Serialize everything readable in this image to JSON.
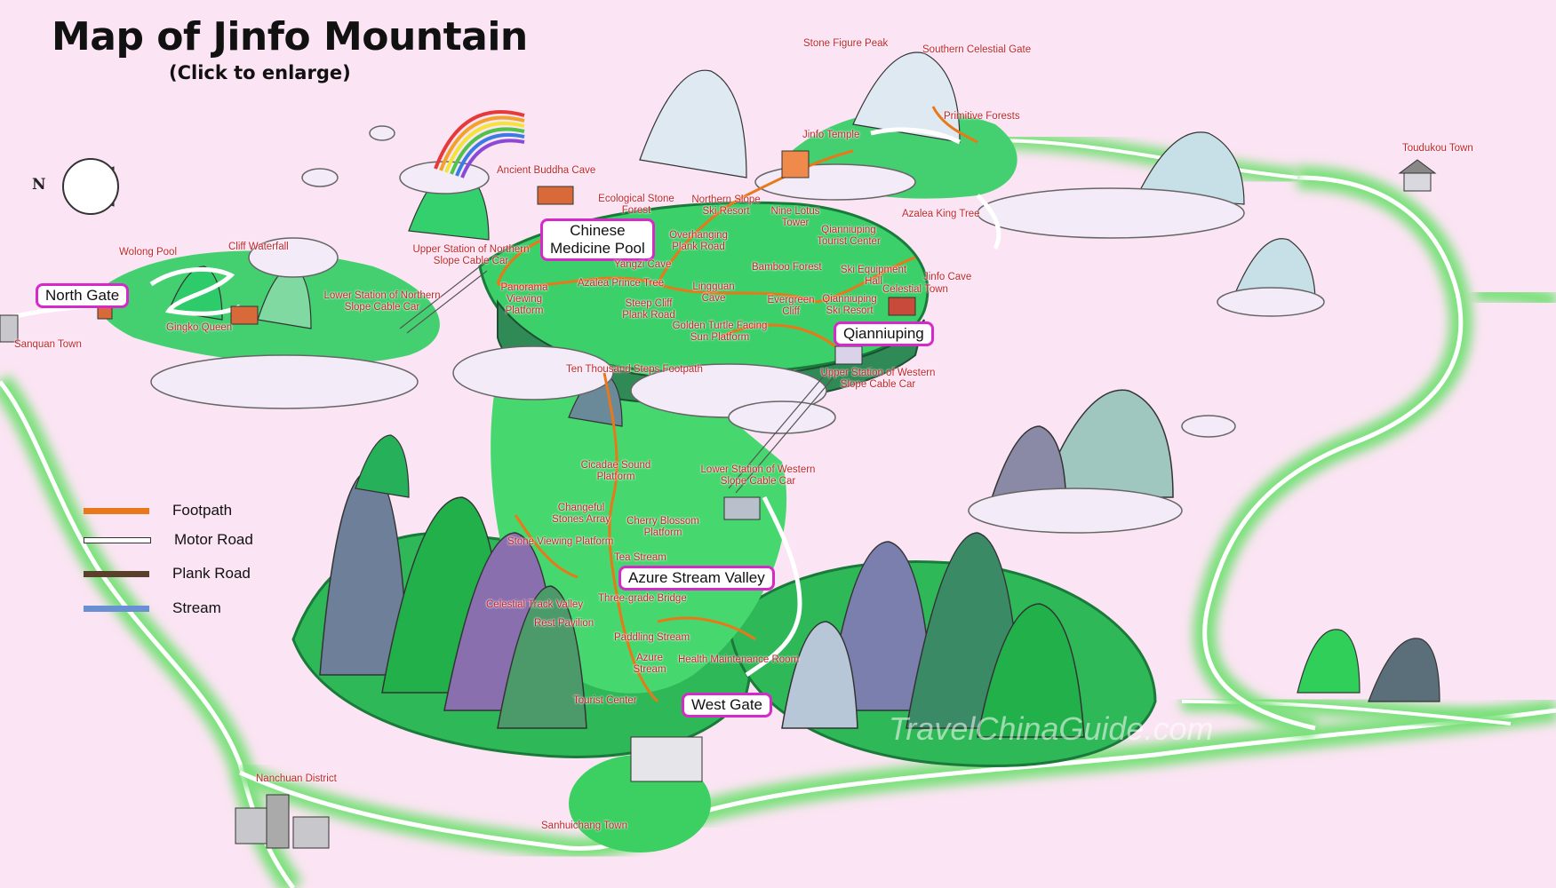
{
  "title": "Map of Jinfo Mountain",
  "subtitle": "(Click to enlarge)",
  "compass_letter": "N",
  "watermark": "TravelChinaGuide.com",
  "colors": {
    "background": "#fbe4f3",
    "footpath": "#e8781a",
    "motor_road": "#ffffff",
    "plank_road": "#5a3f2a",
    "stream": "#6a90d4",
    "label_text": "#c4232b",
    "highlight_border": "#d629c9",
    "terrain_green": "#2fc96a",
    "road_glow": "#7be17b"
  },
  "legend": [
    {
      "label": "Footpath",
      "key": "footpath"
    },
    {
      "label": "Motor Road",
      "key": "motor_road"
    },
    {
      "label": "Plank Road",
      "key": "plank_road"
    },
    {
      "label": "Stream",
      "key": "stream"
    }
  ],
  "highlights": {
    "north_gate": "North Gate",
    "chinese_medicine_pool_1": "Chinese",
    "chinese_medicine_pool_2": "Medicine Pool",
    "qianniuping": "Qianniuping",
    "azure_stream_valley": "Azure Stream Valley",
    "west_gate": "West Gate"
  },
  "places": {
    "stone_figure_peak": "Stone Figure Peak",
    "southern_celestial_gate": "Southern Celestial Gate",
    "primitive_forests": "Primitive Forests",
    "jinfo_temple": "Jinfo Temple",
    "toudukou_town": "Toudukou Town",
    "ancient_buddha_cave": "Ancient Buddha Cave",
    "ecological_stone_forest_1": "Ecological Stone",
    "ecological_stone_forest_2": "Forest",
    "northern_slope_ski_resort_1": "Northern Slope",
    "northern_slope_ski_resort_2": "Ski Resort",
    "nine_lotus_tower_1": "Nine Lotus",
    "nine_lotus_tower_2": "Tower",
    "azalea_king_tree": "Azalea King Tree",
    "qianniuping_tourist_center_1": "Qianniuping",
    "qianniuping_tourist_center_2": "Tourist Center",
    "overhanging_plank_road_1": "Overhanging",
    "overhanging_plank_road_2": "Plank Road",
    "wolong_pool": "Wolong Pool",
    "cliff_waterfall": "Cliff Waterfall",
    "upper_station_northern_1": "Upper Station of Northern",
    "upper_station_northern_2": "Slope Cable Car",
    "yangzi_cave": "Yangzi Cave",
    "bamboo_forest": "Bamboo Forest",
    "ski_equipment_hall_1": "Ski Equipment",
    "ski_equipment_hall_2": "Hall",
    "jinfo_cave": "Jinfo Cave",
    "celestial_town": "Celestial Town",
    "azalea_prince_tree": "Azalea Prince Tree",
    "lingguan_cave_1": "Lingguan",
    "lingguan_cave_2": "Cave",
    "evergreen_cliff_1": "Evergreen",
    "evergreen_cliff_2": "Cliff",
    "qianniuping_ski_resort_1": "Qianniuping",
    "qianniuping_ski_resort_2": "Ski Resort",
    "panorama_viewing_platform_1": "Panorama",
    "panorama_viewing_platform_2": "Viewing",
    "panorama_viewing_platform_3": "Platform",
    "steep_cliff_plank_road_1": "Steep Cliff",
    "steep_cliff_plank_road_2": "Plank Road",
    "lower_station_northern_1": "Lower Station of Northern",
    "lower_station_northern_2": "Slope Cable Car",
    "gingko_queen": "Gingko Queen",
    "sanquan_town": "Sanquan Town",
    "golden_turtle_1": "Golden Turtle Facing",
    "golden_turtle_2": "Sun Platform",
    "upper_station_western_1": "Upper Station of Western",
    "upper_station_western_2": "Slope Cable Car",
    "ten_thousand_steps": "Ten Thousand Steps Footpath",
    "cicadae_sound_1": "Cicadae Sound",
    "cicadae_sound_2": "Platform",
    "lower_station_western_1": "Lower Station of Western",
    "lower_station_western_2": "Slope Cable Car",
    "changeful_stones_1": "Changeful",
    "changeful_stones_2": "Stones Array",
    "cherry_blossom_1": "Cherry Blossom",
    "cherry_blossom_2": "Platform",
    "stone_viewing_platform": "Stone Viewing Platform",
    "tea_stream": "Tea Stream",
    "three_grade_bridge": "Three-grade Bridge",
    "celestial_track_valley": "Celestial Track Valley",
    "rest_pavilion": "Rest Pavilion",
    "paddling_stream": "Paddling Stream",
    "azure_stream_1": "Azure",
    "azure_stream_2": "Stream",
    "health_maintenance_room": "Health Maintenance Room",
    "tourist_center": "Tourist Center",
    "nanchuan_district": "Nanchuan District",
    "sanhuichang_town": "Sanhuichang Town"
  }
}
